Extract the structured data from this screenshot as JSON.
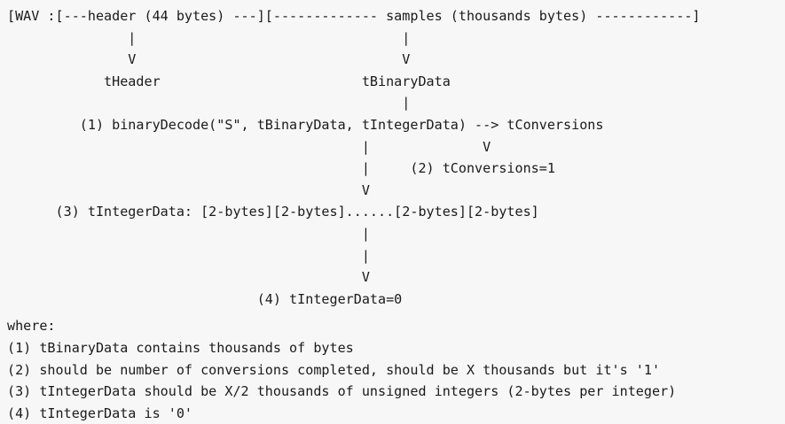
{
  "document": {
    "title": "WAV binaryDecode ASCII diagram",
    "background_color": "#f7f7f7",
    "text_color": "#1a1a1a",
    "font_kind": "monospace"
  },
  "diagram": {
    "lines": [
      "[WAV :[---header (44 bytes) ---][------------- samples (thousands bytes) ------------]",
      "               |                                 |",
      "               V                                 V",
      "            tHeader                         tBinaryData",
      "                                                 |",
      "         (1) binaryDecode(\"S\", tBinaryData, tIntegerData) --> tConversions",
      "                                            |              V",
      "                                            |     (2) tConversions=1",
      "                                            V",
      "      (3) tIntegerData: [2-bytes][2-bytes]......[2-bytes][2-bytes]",
      "                                            |",
      "                                            |",
      "                                            V",
      "                               (4) tIntegerData=0"
    ]
  },
  "notes": {
    "heading": "where:",
    "items": [
      "(1) tBinaryData contains thousands of bytes",
      "(2) should be number of conversions completed, should be X thousands but it's '1'",
      "(3) tIntegerData should be X/2 thousands of unsigned integers (2-bytes per integer)",
      "(4) tIntegerData is '0'"
    ]
  },
  "labels": {
    "wav_container": "[WAV :[---header (44 bytes) ---][------------- samples (thousands bytes) ------------]",
    "header_node": "tHeader",
    "binary_data_node": "tBinaryData",
    "decode_call": "(1) binaryDecode(\"S\", tBinaryData, tIntegerData) --> tConversions",
    "conversions_result": "(2) tConversions=1",
    "integer_data_layout": "(3) tIntegerData: [2-bytes][2-bytes]......[2-bytes][2-bytes]",
    "integer_data_result": "(4) tIntegerData=0",
    "arrow_down_glyph": "V",
    "pipe_glyph": "|",
    "arrow_right_glyph": "-->",
    "byte_cell": "[2-bytes]",
    "ellipsis": "......",
    "header_bytes": "44 bytes",
    "samples_size": "thousands bytes",
    "conversions_count": "1",
    "integer_data_value": "0"
  }
}
